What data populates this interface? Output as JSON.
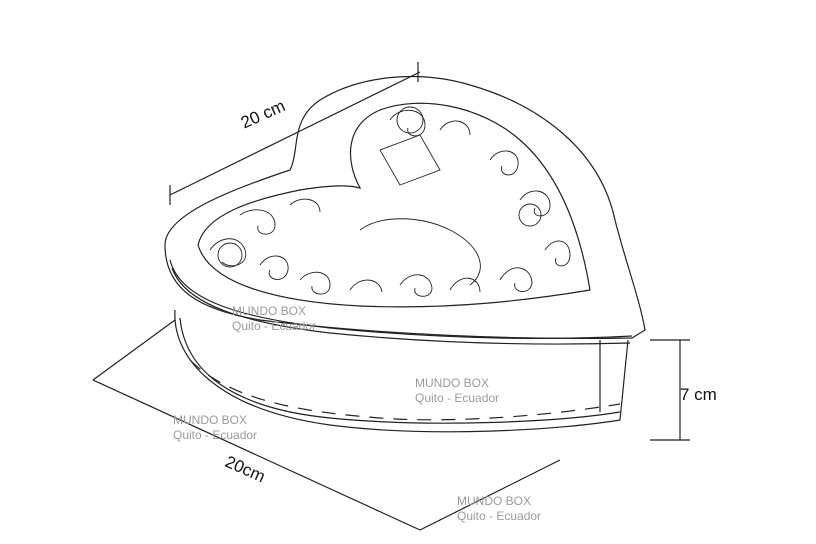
{
  "dimensions": {
    "top_width": "20 cm",
    "height": "7 cm",
    "bottom_width": "20cm"
  },
  "watermarks": [
    {
      "line1": "MUNDO BOX",
      "line2": "Quito - Ecuador"
    },
    {
      "line1": "MUNDO BOX",
      "line2": "Quito - Ecuador"
    },
    {
      "line1": "MUNDO BOX",
      "line2": "Quito - Ecuador"
    },
    {
      "line1": "MUNDO BOX",
      "line2": "Quito - Ecuador"
    }
  ],
  "colors": {
    "line": "#222222",
    "watermark": "#9a9a9a"
  }
}
